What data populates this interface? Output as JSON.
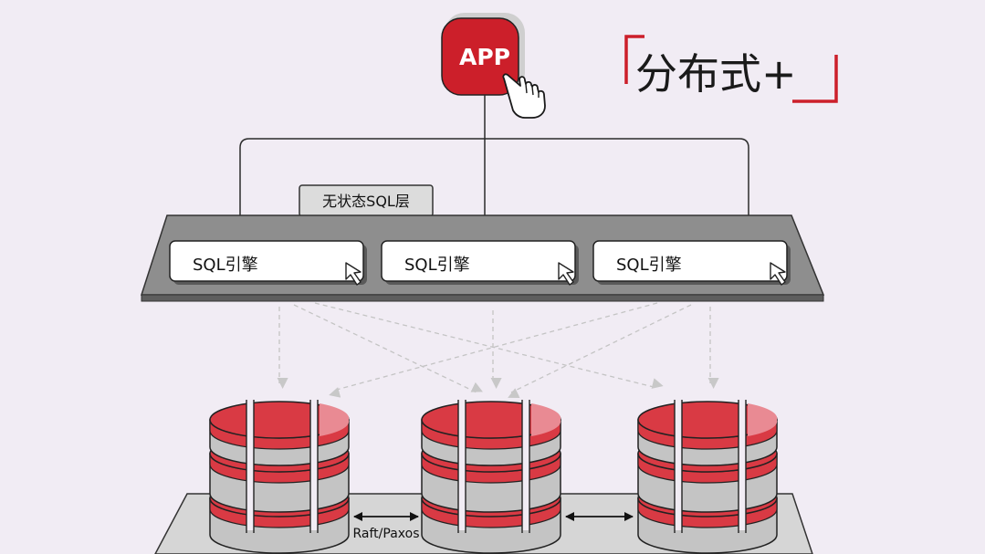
{
  "app_button": {
    "label": "APP"
  },
  "title": {
    "text": "分布式+"
  },
  "sql_layer": {
    "tab_label": "无状态SQL层",
    "engines": [
      {
        "label": "SQL引擎"
      },
      {
        "label": "SQL引擎"
      },
      {
        "label": "SQL引擎"
      }
    ]
  },
  "storage": {
    "protocol_label": "Raft/Paxos",
    "node_count": 3
  },
  "colors": {
    "background": "#f1ecf4",
    "accent_red": "#cc1f2a",
    "disk_red": "#d93a44",
    "disk_pink": "#e98a93",
    "disk_gray": "#c4c4c4",
    "layer_gray": "#8e8e8e"
  }
}
